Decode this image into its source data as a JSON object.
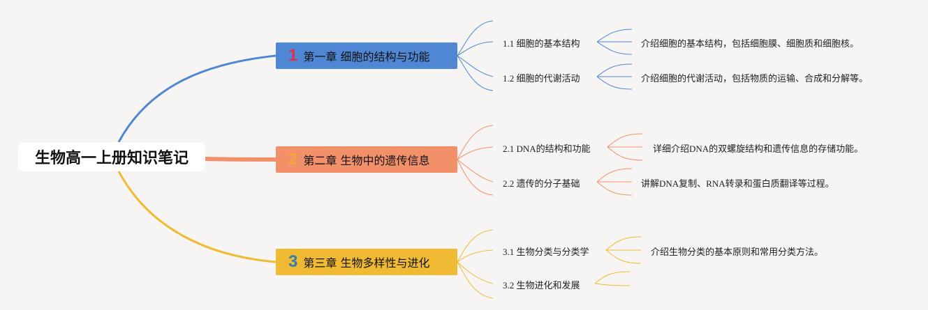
{
  "root": {
    "label": "生物高一上册知识笔记"
  },
  "colors": {
    "chapter1": "#4f87d4",
    "chapter2": "#f2906a",
    "chapter3": "#f0bb33",
    "num1": "#d8324d",
    "num2": "#f4a53c",
    "num3": "#2f7fb6",
    "background": "#f6f5f3"
  },
  "chapters": [
    {
      "number": "1",
      "title": "第一章 细胞的结构与功能",
      "sections": [
        {
          "label": "1.1 细胞的基本结构",
          "description": "介绍细胞的基本结构，包括细胞膜、细胞质和细胞核。"
        },
        {
          "label": "1.2 细胞的代谢活动",
          "description": "介绍细胞的代谢活动，包括物质的运输、合成和分解等。"
        }
      ]
    },
    {
      "number": "2",
      "title": "第二章 生物中的遗传信息",
      "sections": [
        {
          "label": "2.1 DNA的结构和功能",
          "description": "详细介绍DNA的双螺旋结构和遗传信息的存储功能。"
        },
        {
          "label": "2.2 遗传的分子基础",
          "description": "讲解DNA复制、RNA转录和蛋白质翻译等过程。"
        }
      ]
    },
    {
      "number": "3",
      "title": "第三章 生物多样性与进化",
      "sections": [
        {
          "label": "3.1 生物分类与分类学",
          "description": "介绍生物分类的基本原则和常用分类方法。"
        },
        {
          "label": "3.2 生物进化和发展",
          "description": ""
        }
      ]
    }
  ]
}
